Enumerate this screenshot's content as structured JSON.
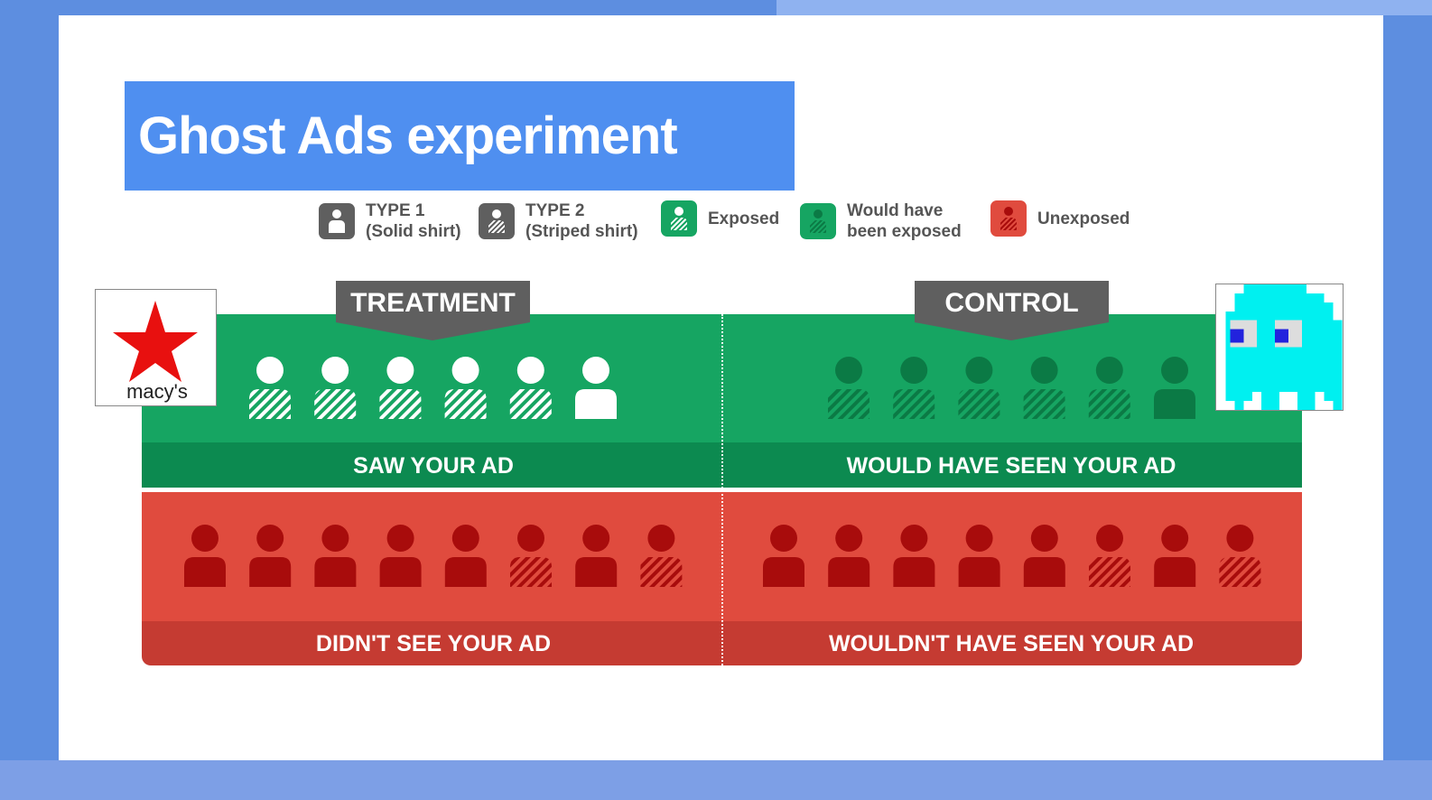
{
  "title": "Ghost Ads experiment",
  "legend": [
    {
      "line1": "TYPE 1",
      "line2": "(Solid shirt)",
      "color": "#5f5f5f",
      "shirt": "solid",
      "icon": "person-solid-icon"
    },
    {
      "line1": "TYPE 2",
      "line2": "(Striped shirt)",
      "color": "#5f5f5f",
      "shirt": "striped",
      "icon": "person-striped-icon"
    },
    {
      "line1": "Exposed",
      "line2": "",
      "color": "#16a562",
      "shirt": "striped",
      "icon": "person-exposed-icon"
    },
    {
      "line1": "Would have",
      "line2": "been exposed",
      "color": "#16a562",
      "shirt": "striped",
      "dark": true,
      "icon": "person-would-have-icon"
    },
    {
      "line1": "Unexposed",
      "line2": "",
      "color": "#e04b3e",
      "shirt": "striped",
      "dark": true,
      "icon": "person-unexposed-icon"
    }
  ],
  "treatment_label": "TREATMENT",
  "control_label": "CONTROL",
  "brand_logo_text": "macy's",
  "groups": {
    "saw": {
      "label": "SAW YOUR AD",
      "people": [
        "striped",
        "striped",
        "striped",
        "striped",
        "striped",
        "solid"
      ],
      "color": "#ffffff"
    },
    "would_have": {
      "label": "WOULD HAVE SEEN YOUR AD",
      "people": [
        "striped",
        "striped",
        "striped",
        "striped",
        "striped",
        "solid"
      ],
      "color": "#0b7a45"
    },
    "didnt": {
      "label": "DIDN'T SEE YOUR AD",
      "people": [
        "solid",
        "solid",
        "solid",
        "solid",
        "solid",
        "striped",
        "solid",
        "striped"
      ],
      "color": "#a80c0c"
    },
    "wouldnt": {
      "label": "WOULDN'T HAVE SEEN YOUR AD",
      "people": [
        "solid",
        "solid",
        "solid",
        "solid",
        "solid",
        "striped",
        "solid",
        "striped"
      ],
      "color": "#a80c0c"
    }
  }
}
